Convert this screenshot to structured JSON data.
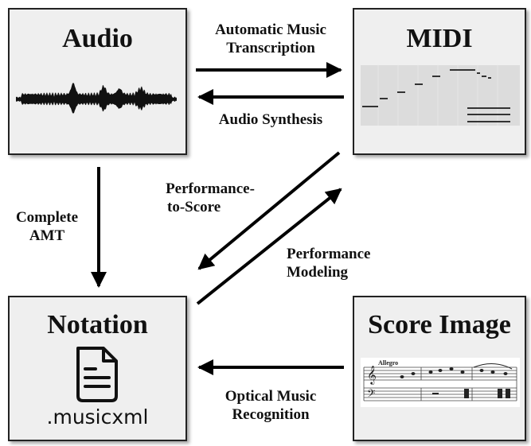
{
  "nodes": {
    "audio": {
      "title": "Audio"
    },
    "midi": {
      "title": "MIDI"
    },
    "notation": {
      "title": "Notation",
      "file_label": ".musicxml",
      "icon": "document-icon"
    },
    "score_image": {
      "title": "Score Image",
      "tempo_marking": "Allegro"
    }
  },
  "edges": {
    "amt": {
      "line1": "Automatic Music",
      "line2": "Transcription"
    },
    "synthesis": {
      "line1": "Audio Synthesis"
    },
    "complete_amt": {
      "line1": "Complete",
      "line2": "AMT"
    },
    "performance_to_score": {
      "line1": "Performance-",
      "line2": "to-Score"
    },
    "performance_modeling": {
      "line1": "Performance",
      "line2": "Modeling"
    },
    "omr": {
      "line1": "Optical Music",
      "line2": "Recognition"
    }
  },
  "colors": {
    "box_fill": "#efefef",
    "border": "#222222",
    "arrow": "#000000",
    "midi_bg": "#dddddd"
  }
}
